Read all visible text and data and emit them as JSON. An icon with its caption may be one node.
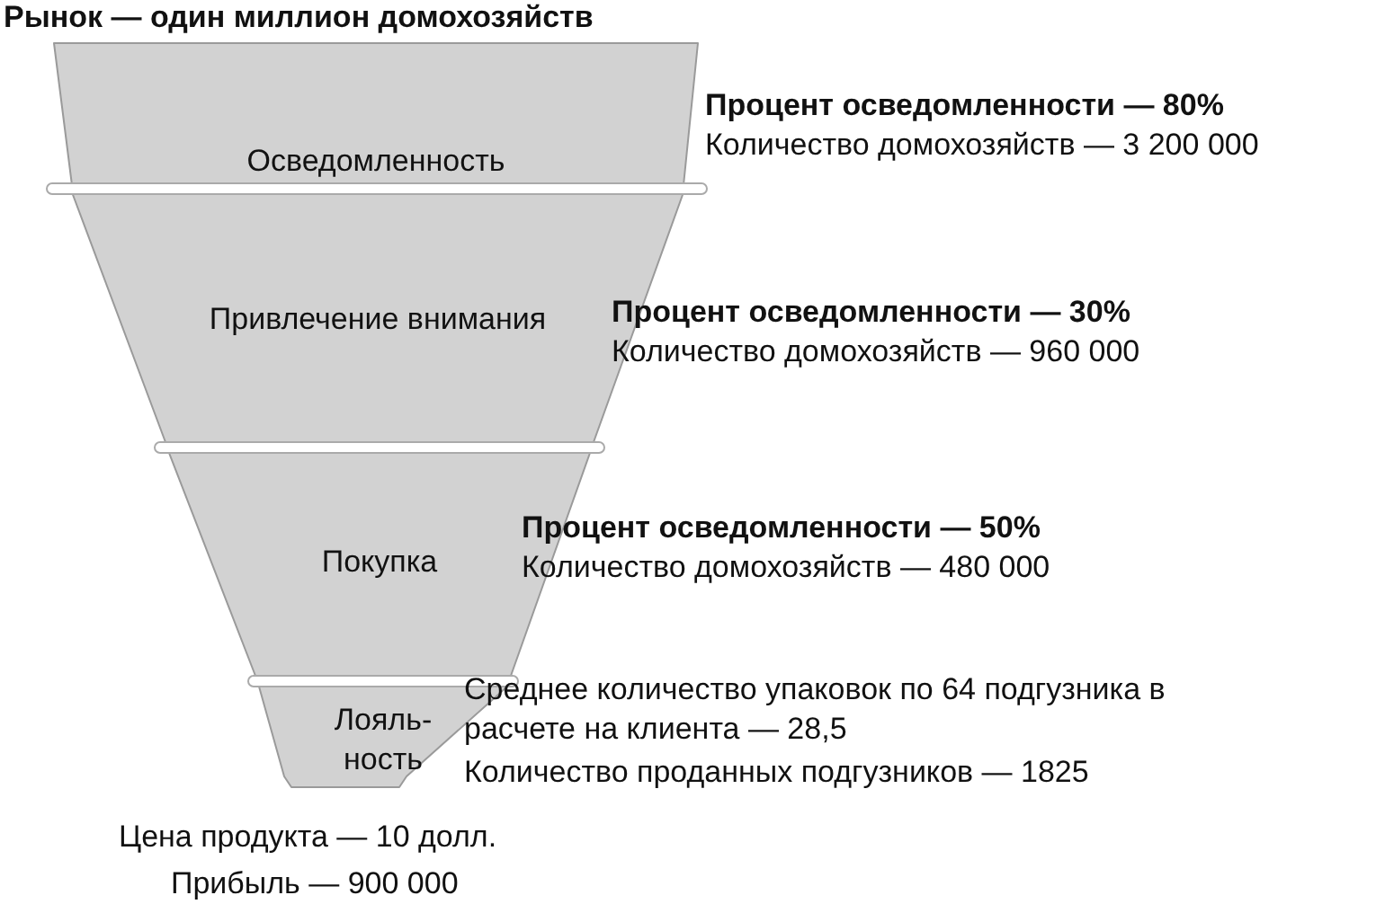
{
  "diagram": {
    "title": "Рынок — один миллион домохозяйств",
    "nodes": [
      {
        "text": [
          "Осведомленность"
        ],
        "beside": [
          "Процент осведомленности — 80%",
          "Количество домохозяйств — 3 200 000"
        ]
      },
      {
        "text": [
          "Привлечение внимания"
        ],
        "beside": [
          "Процент осведомленности — 30%",
          "Количество домохозяйств — 960 000"
        ]
      },
      {
        "text": [
          "Покупка"
        ],
        "beside": [
          "Процент осведомленности — 50%",
          "Количество домохозяйств — 480 000"
        ]
      },
      {
        "text": [
          "Лояль- ность"
        ]
      }
    ],
    "labels": [
      "Среднее количество упаковок по 64 подгузника в расчете на клиента — 28,5",
      "Количество проданных подгузников — 1825",
      "Цена продукта — 10 долл.",
      "Прибыль — 900 000"
    ]
  }
}
